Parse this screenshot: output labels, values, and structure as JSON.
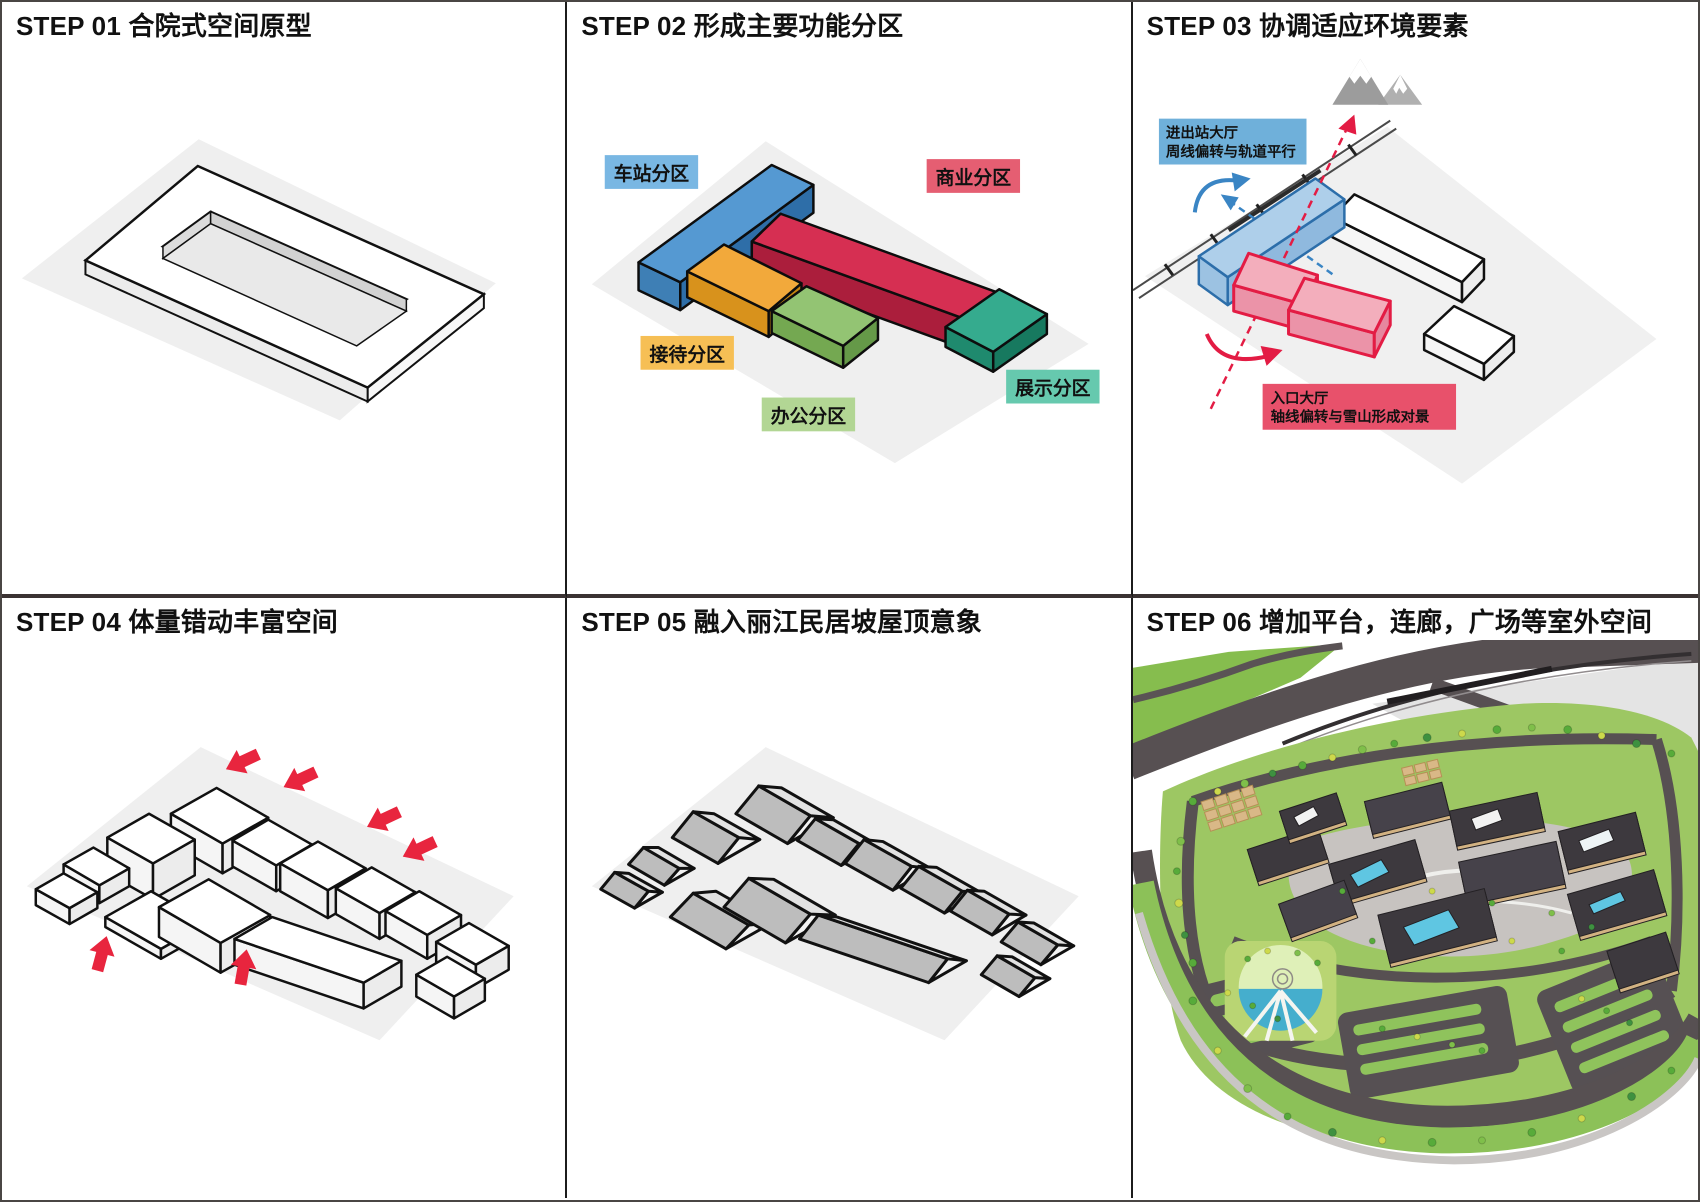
{
  "page": {
    "background": "#ffffff",
    "frame_border": "#4a4644",
    "divider_vertical": "#1c1c1c",
    "divider_horizontal": "#3a3232"
  },
  "panels": [
    {
      "id": "step-01",
      "title": "STEP 01 合院式空间原型"
    },
    {
      "id": "step-02",
      "title": "STEP 02 形成主要功能分区",
      "labels": {
        "station": "车站分区",
        "commercial": "商业分区",
        "reception": "接待分区",
        "office": "办公分区",
        "exhibition": "展示分区"
      },
      "colors": {
        "station_block": "#5599D2",
        "commercial_block": "#D62F52",
        "reception_block": "#F2A93B",
        "office_block": "#93C473",
        "exhibition_block": "#35AB8E",
        "station_label_bg": "#79B7E3",
        "commercial_label_bg": "#E55E72",
        "reception_label_bg": "#F6BF55",
        "office_label_bg": "#B2D694",
        "exhibition_label_bg": "#66C9AE"
      }
    },
    {
      "id": "step-03",
      "title": "STEP 03 协调适应环境要素",
      "annotations": {
        "exit_hall": {
          "line1": "进出站大厅",
          "line2": "周线偏转与轨道平行",
          "bg": "#6FB0DA"
        },
        "entrance_hall": {
          "line1": "入口大厅",
          "line2": "轴线偏转与雪山形成对景",
          "bg": "#E8516B"
        }
      },
      "icons": {
        "mountain": "snow-mountain"
      },
      "colors": {
        "axis_red": "#E31C44",
        "axis_blue": "#3A85C4",
        "hall_blue_fill": "#AECFEA",
        "hall_pink_fill": "#F3AEBC"
      }
    },
    {
      "id": "step-04",
      "title": "STEP 04 体量错动丰富空间",
      "colors": {
        "arrow_red": "#E8253E"
      }
    },
    {
      "id": "step-05",
      "title": "STEP 05 融入丽江民居坡屋顶意象",
      "colors": {
        "roof_gray": "#C4C4C4"
      }
    },
    {
      "id": "step-06",
      "title": "STEP 06 增加平台，连廊，广场等室外空间",
      "colors": {
        "road": "#575052",
        "lawn": "#9DC763",
        "roof_dark": "#3D393E",
        "wall_tan": "#D2B282",
        "water": "#45AECD"
      }
    }
  ]
}
